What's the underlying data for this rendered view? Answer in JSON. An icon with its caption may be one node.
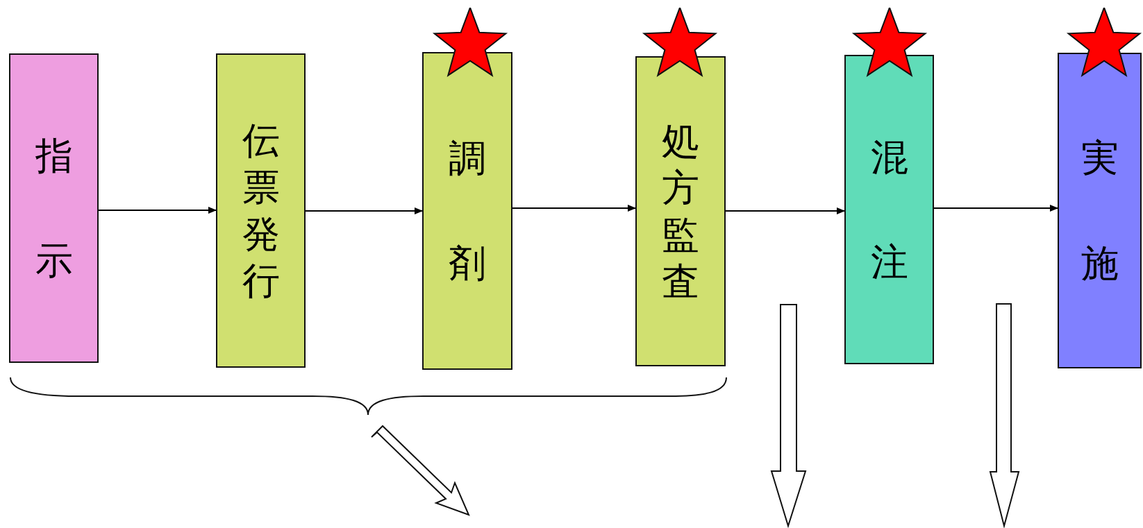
{
  "diagram": {
    "nodes": [
      {
        "text": [
          "指示"
        ]
      },
      {
        "text": [
          "伝票発行"
        ]
      },
      {
        "text": [
          "調剤"
        ]
      },
      {
        "text": [
          "処方監査"
        ]
      },
      {
        "text": [
          "混注"
        ]
      },
      {
        "text": [
          "実施"
        ]
      }
    ],
    "edges": [
      {
        "from": 0,
        "to": 1,
        "arrow": "to"
      },
      {
        "from": 1,
        "to": 2,
        "arrow": "to"
      },
      {
        "from": 2,
        "to": 3,
        "arrow": "to"
      },
      {
        "from": 3,
        "to": 4,
        "arrow": "to"
      },
      {
        "from": 4,
        "to": 5,
        "arrow": "to"
      }
    ]
  }
}
